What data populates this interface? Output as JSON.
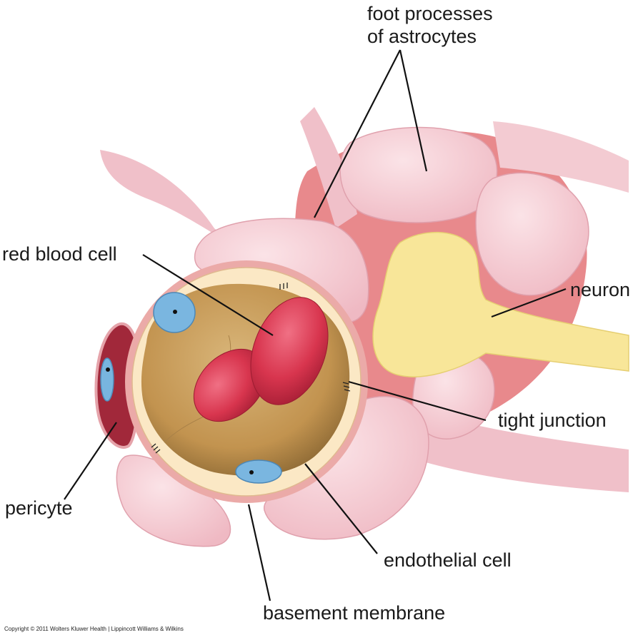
{
  "labels": {
    "foot_processes_line1": "foot processes",
    "foot_processes_line2": "of astrocytes",
    "red_blood_cell": "red blood cell",
    "neuron": "neuron",
    "tight_junction": "tight junction",
    "pericyte": "pericyte",
    "endothelial_cell": "endothelial cell",
    "basement_membrane": "basement membrane"
  },
  "copyright": "Copyright © 2011 Wolters Kluwer Health | Lippincott Williams & Wilkins",
  "colors": {
    "astrocyte": "#f2c3cc",
    "astrocyte_light": "#f8dde2",
    "tissue": "#e8878a",
    "neuron": "#f8e79a",
    "endothelium": "#fbe8c3",
    "lumen": "#c79a5c",
    "rbc": "#d9354d",
    "nucleus": "#7bb7e0",
    "pericyte": "#a5283a",
    "membrane": "#e9a8a8"
  }
}
